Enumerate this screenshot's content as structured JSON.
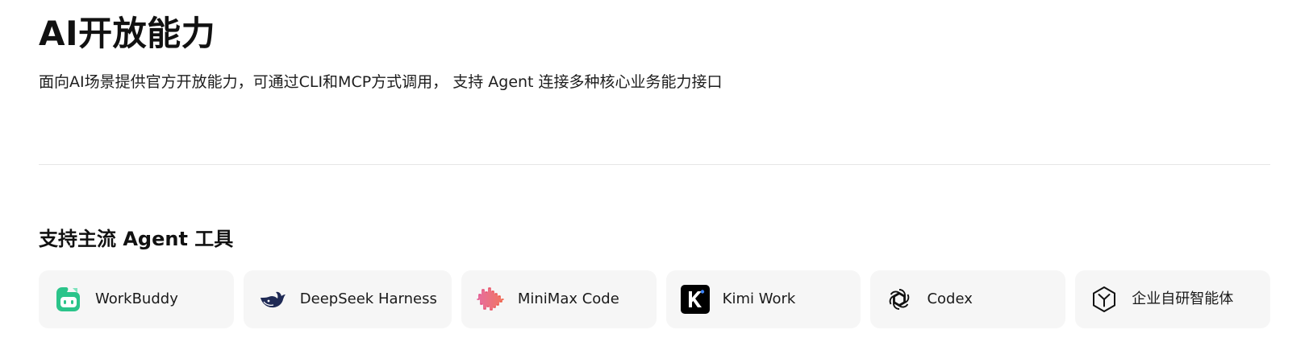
{
  "header": {
    "title": "AI开放能力",
    "subtitle": "面向AI场景提供官方开放能力，可通过CLI和MCP方式调用， 支持 Agent 连接多种核心业务能力接口"
  },
  "section": {
    "title": "支持主流 Agent 工具"
  },
  "tools": [
    {
      "label": "WorkBuddy",
      "icon": "workbuddy-icon",
      "color": "#2bc48a"
    },
    {
      "label": "DeepSeek Harness",
      "icon": "deepseek-whale-icon",
      "color": "#1f2a55"
    },
    {
      "label": "MiniMax Code",
      "icon": "minimax-wave-icon",
      "color": "#e2446a"
    },
    {
      "label": "Kimi Work",
      "icon": "kimi-k-icon",
      "color": "#000000"
    },
    {
      "label": "Codex",
      "icon": "openai-knot-icon",
      "color": "#111111"
    },
    {
      "label": "企业自研智能体",
      "icon": "hexagon-y-icon",
      "color": "#111111"
    }
  ]
}
